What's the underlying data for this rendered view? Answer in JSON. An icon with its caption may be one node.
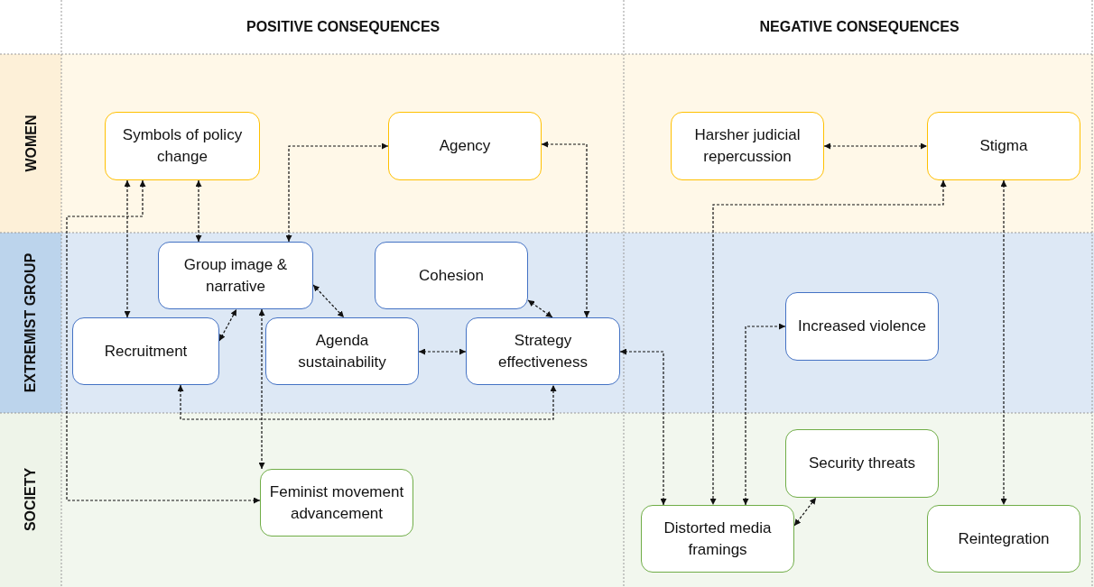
{
  "diagram": {
    "nodes": [
      {
        "text": [
          "Symbols of policy change"
        ]
      },
      {
        "text": [
          "Agency"
        ]
      },
      {
        "text": [
          "Harsher judicial repercussion"
        ]
      },
      {
        "text": [
          "Stigma"
        ]
      },
      {
        "text": [
          "Group image & narrative"
        ]
      },
      {
        "text": [
          "Cohesion"
        ]
      },
      {
        "text": [
          "Recruitment"
        ]
      },
      {
        "text": [
          "Agenda sustainability"
        ]
      },
      {
        "text": [
          "Strategy effectiveness"
        ]
      },
      {
        "text": [
          "Increased violence"
        ]
      },
      {
        "text": [
          "Feminist movement advancement"
        ]
      },
      {
        "text": [
          "Security threats"
        ]
      },
      {
        "text": [
          "Distorted media framings"
        ]
      },
      {
        "text": [
          "Reintegration"
        ]
      }
    ],
    "edges": [
      {
        "from": 0,
        "to": 6,
        "arrow": "both",
        "style": "dashed"
      },
      {
        "from": 0,
        "to": 10,
        "arrow": "both",
        "style": "dashed"
      },
      {
        "from": 0,
        "to": 4,
        "arrow": "both",
        "style": "dashed"
      },
      {
        "from": 4,
        "to": 1,
        "arrow": "both",
        "style": "dashed"
      },
      {
        "from": 1,
        "to": 8,
        "arrow": "both",
        "style": "dashed"
      },
      {
        "from": 4,
        "to": 7,
        "arrow": "both",
        "style": "dashed"
      },
      {
        "from": 5,
        "to": 8,
        "arrow": "both",
        "style": "dashed"
      },
      {
        "from": 6,
        "to": 4,
        "arrow": "both",
        "style": "dashed"
      },
      {
        "from": 7,
        "to": 8,
        "arrow": "both",
        "style": "dashed"
      },
      {
        "from": 6,
        "to": 8,
        "arrow": "both",
        "style": "dashed"
      },
      {
        "from": 4,
        "to": 10,
        "arrow": "both",
        "style": "dashed"
      },
      {
        "from": 8,
        "to": 12,
        "arrow": "both",
        "style": "dashed"
      },
      {
        "from": 2,
        "to": 3,
        "arrow": "both",
        "style": "dashed"
      },
      {
        "from": 3,
        "to": 12,
        "arrow": "both",
        "style": "dashed"
      },
      {
        "from": 12,
        "to": 9,
        "arrow": "both",
        "style": "dashed"
      },
      {
        "from": 12,
        "to": 11,
        "arrow": "both",
        "style": "dashed"
      },
      {
        "from": 3,
        "to": 13,
        "arrow": "both",
        "style": "dashed"
      }
    ],
    "labels": [
      "POSITIVE CONSEQUENCES",
      "NEGATIVE CONSEQUENCES",
      "WOMEN",
      "EXTREMIST GROUP",
      "SOCIETY"
    ]
  }
}
